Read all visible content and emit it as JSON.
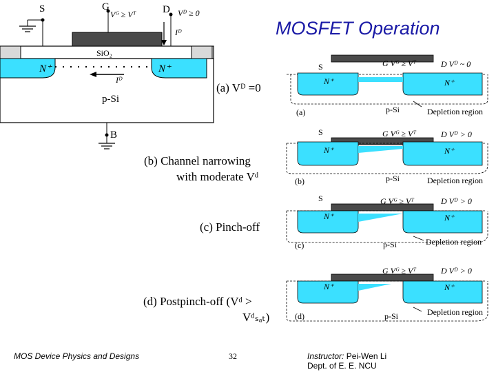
{
  "title": "MOSFET Operation",
  "main_diagram": {
    "source": "S",
    "gate": "G",
    "gate_condition": "Vᴳ ≥ Vᵀ",
    "drain": "D",
    "drain_condition": "Vᴰ ≥ 0",
    "current_top": "Iᴰ",
    "oxide": "SiO₂",
    "n_plus_left": "N⁺",
    "n_plus_right": "N⁺",
    "current_channel": "Iᴰ",
    "substrate": "p-Si",
    "body": "B"
  },
  "cases": [
    {
      "caption": "(a)  Vᴰ =0",
      "tag": "(a)",
      "source": "S",
      "gate_cond": "G  Vᴳ ≥ Vᵀ",
      "drain_cond": "D  Vᴰ ~ 0",
      "n_left": "N⁺",
      "n_right": "N⁺",
      "substrate": "p-Si",
      "depletion": "Depletion region"
    },
    {
      "caption_line1": "(b) Channel narrowing",
      "caption_line2": "with moderate Vᵈ",
      "tag": "(b)",
      "source": "S",
      "gate_cond": "G  Vᴳ ≥ Vᵀ",
      "drain_cond": "D  Vᴰ > 0",
      "n_left": "N⁺",
      "n_right": "N⁺",
      "substrate": "p-Si",
      "depletion": "Depletion region"
    },
    {
      "caption": "(c) Pinch-off",
      "tag": "(c)",
      "source": "S",
      "gate_cond": "G  Vᴳ ≥ Vᵀ",
      "drain_cond": "D  Vᴰ > 0",
      "n_left": "N⁺",
      "n_right": "N⁺",
      "substrate": "p-Si",
      "depletion": "Depletion region"
    },
    {
      "caption_line1": "(d) Postpinch-off (Vᵈ >",
      "caption_line2": "Vᵈₛₐₜ)",
      "tag": "(d)",
      "gate_cond": "G  Vᴳ ≥ Vᵀ",
      "drain_cond": "D  Vᴰ > 0",
      "n_left": "N⁺",
      "n_right": "N⁺",
      "substrate": "p-Si",
      "depletion": "Depletion region"
    }
  ],
  "footer": {
    "course": "MOS Device Physics and Designs",
    "page": "32",
    "instructor_label": "Instructor:",
    "instructor_name": "Pei-Wen Li",
    "dept": "Dept. of E. E. NCU"
  },
  "colors": {
    "title": "#1a1aa6",
    "n_region": "#3be0ff",
    "gate_metal": "#4a4a4a",
    "contact_metal": "#d9d9d9",
    "depletion_line": "#000000"
  }
}
